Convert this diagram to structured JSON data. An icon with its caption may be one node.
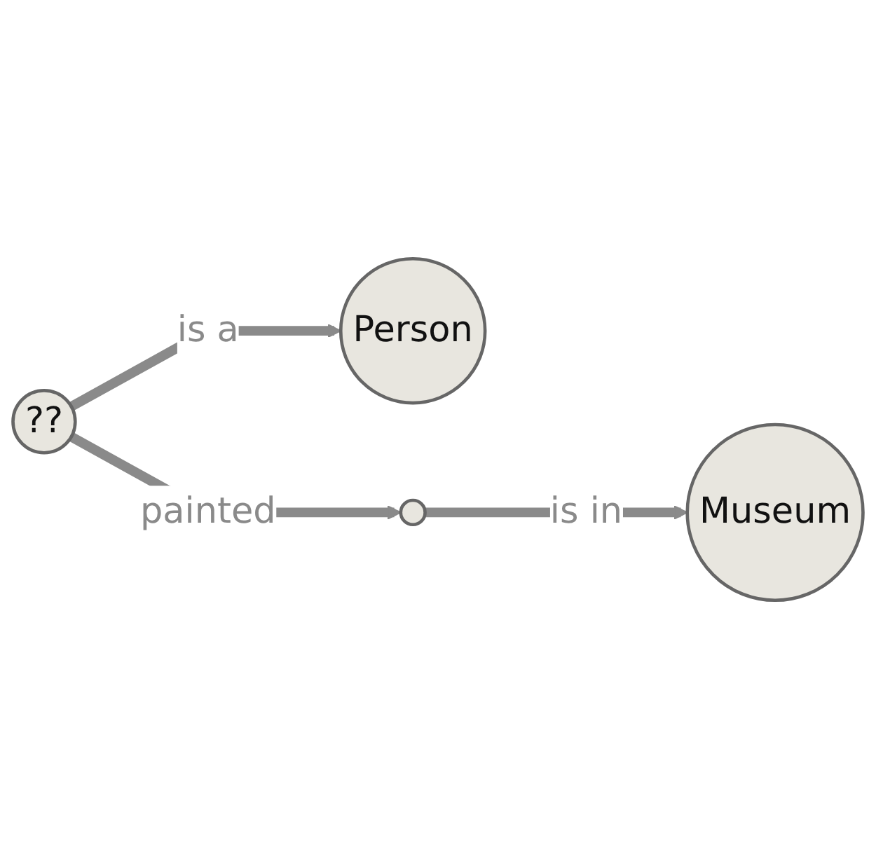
{
  "diagram": {
    "nodes": [
      {
        "text": [
          "??"
        ]
      },
      {
        "text": [
          "Person"
        ]
      },
      {
        "text": [],
        "shape": "circle"
      },
      {
        "text": [
          "Museum"
        ]
      }
    ],
    "edges": [
      {
        "from": 0,
        "to": 1,
        "label": "is a",
        "arrow": "to"
      },
      {
        "from": 0,
        "to": 2,
        "label": "painted",
        "arrow": "to"
      },
      {
        "from": 2,
        "to": 3,
        "label": "is in",
        "arrow": "to"
      }
    ]
  }
}
